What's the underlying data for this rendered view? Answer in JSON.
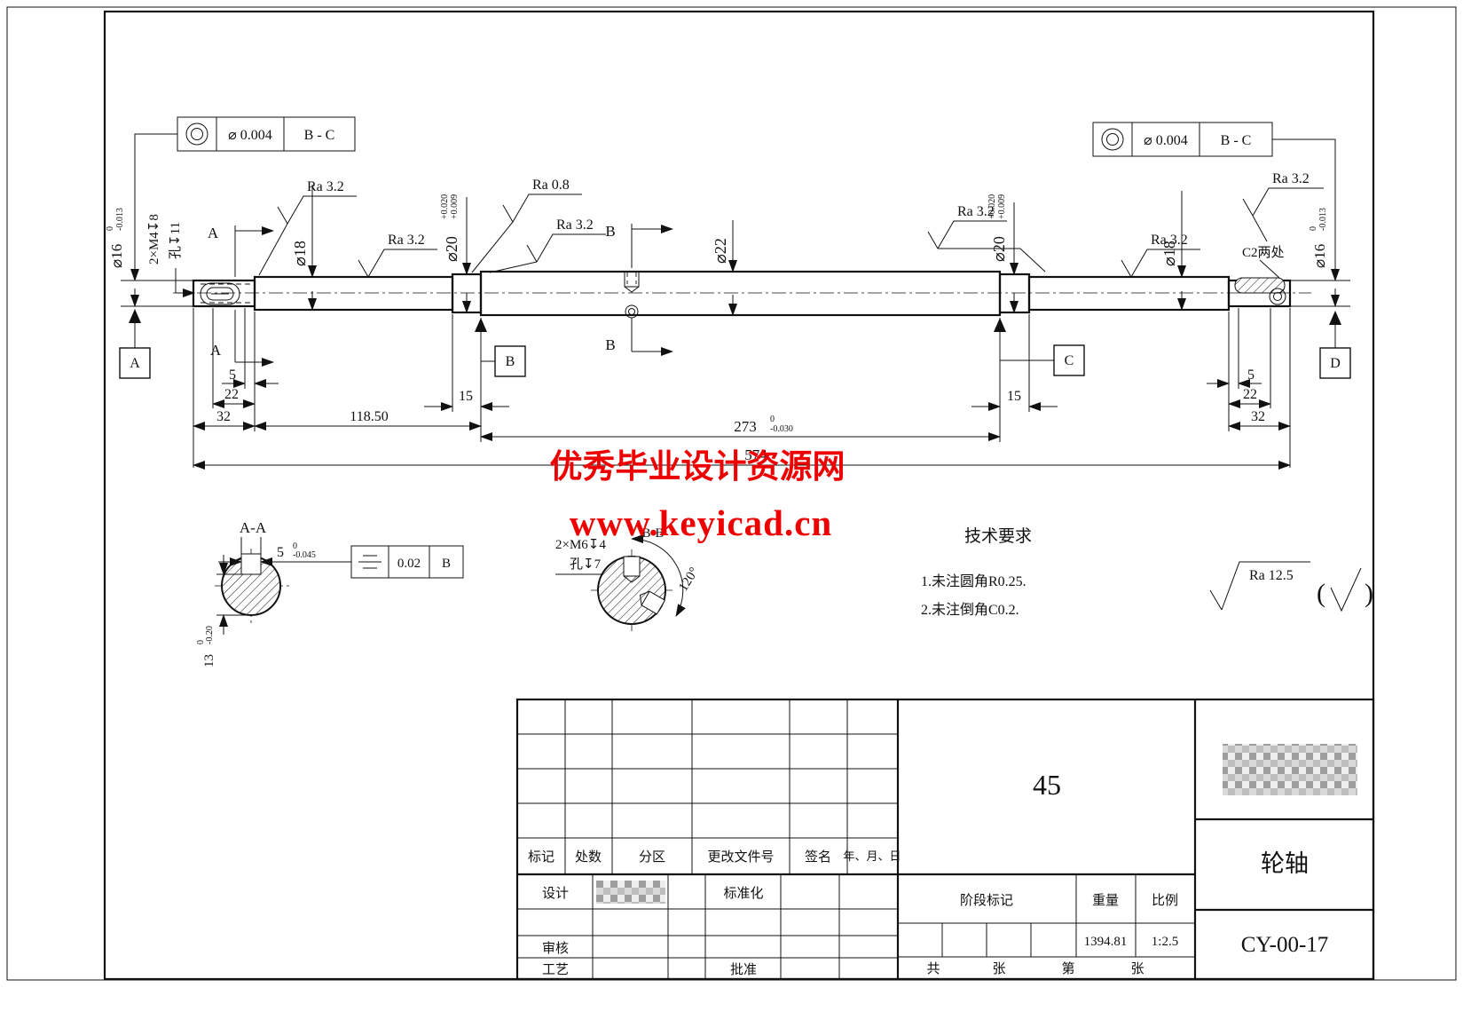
{
  "watermark": {
    "line1": "优秀毕业设计资源网",
    "line2": "www.keyicad.cn",
    "color": "#ee0000"
  },
  "frames": {
    "left": {
      "sym": "◎",
      "tol": "⌀  0.004",
      "datum": "B - C"
    },
    "right": {
      "sym": "◎",
      "tol": "⌀  0.004",
      "datum": "B - C"
    },
    "aa": {
      "tol": "0.02",
      "datum": "B"
    }
  },
  "shaft": {
    "dia16": "⌀16",
    "dia16_hi": "0",
    "dia16_lo": "-0.013",
    "dia18": "⌀18",
    "dia20": "⌀20",
    "dia20_hi": "+0.020",
    "dia20_lo": "+0.009",
    "dia22": "⌀22",
    "thread_left": "2×M4↧8",
    "hole_left": "孔↧11",
    "c2": "C2两处"
  },
  "roughness": {
    "ra32": "Ra  3.2",
    "ra08": "Ra  0.8",
    "ra125": "Ra  12.5",
    "paren_open": "(",
    "paren_close": ")"
  },
  "sections": {
    "a": "A",
    "b": "B",
    "aa_title": "A-A",
    "bb_title": "B-B",
    "thread_bb": "2×M6↧4",
    "hole_bb": "孔↧7",
    "angle": "120°",
    "aa_dim": "5",
    "aa_dim_hi": "0",
    "aa_dim_lo": "-0.045",
    "aa_depth": "13",
    "aa_depth_hi": "0",
    "aa_depth_lo": "-0.20"
  },
  "datums": {
    "a": "A",
    "b": "B",
    "c": "C",
    "d": "D"
  },
  "dims": {
    "d5": "5",
    "d22": "22",
    "d32": "32",
    "d118": "118.50",
    "d15": "15",
    "d273": "273",
    "d273_hi": "0",
    "d273_lo": "-0.030",
    "d574": "574"
  },
  "tech": {
    "title": "技术要求",
    "item1": "1.未注圆角R0.25.",
    "item2": "2.未注倒角C0.2."
  },
  "titleblock": {
    "rev_headers": {
      "mark": "标记",
      "count": "处数",
      "zone": "分区",
      "doc": "更改文件号",
      "sign": "签名",
      "date": "年、月、日"
    },
    "roles": {
      "design": "设计",
      "standard": "标准化",
      "check": "审核",
      "process": "工艺",
      "approve": "批准"
    },
    "material": "45",
    "stage_label": "阶段标记",
    "weight_label": "重量",
    "scale_label": "比例",
    "weight": "1394.81",
    "scale": "1:2.5",
    "sheet_total": "共",
    "sheet_word1": "张",
    "sheet_no": "第",
    "sheet_word2": "张",
    "part_name": "轮轴",
    "drawing_no": "CY-00-17"
  }
}
